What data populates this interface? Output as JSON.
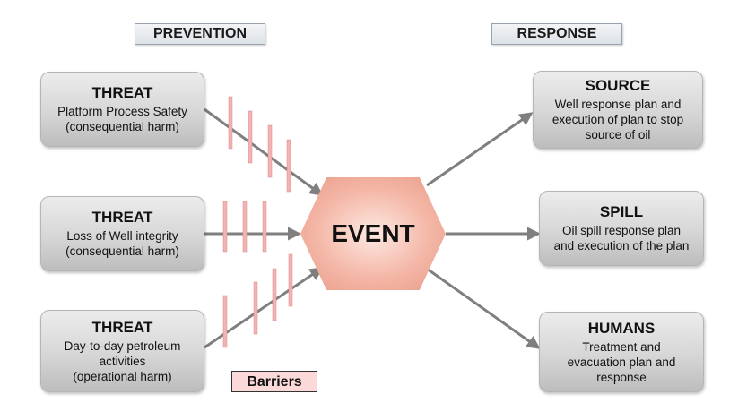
{
  "headers": {
    "prevention": "PREVENTION",
    "response": "RESPONSE"
  },
  "threats": [
    {
      "title": "THREAT",
      "lines": [
        "Platform Process Safety",
        "(consequential harm)"
      ]
    },
    {
      "title": "THREAT",
      "lines": [
        "Loss of Well integrity",
        "(consequential harm)"
      ]
    },
    {
      "title": "THREAT",
      "lines": [
        "Day-to-day petroleum",
        "activities",
        "(operational harm)"
      ]
    }
  ],
  "event": {
    "label": "EVENT"
  },
  "responses": [
    {
      "title": "SOURCE",
      "lines": [
        "Well response plan and",
        "execution of plan to stop",
        "source of oil"
      ]
    },
    {
      "title": "SPILL",
      "lines": [
        "Oil spill response plan",
        "and execution of the plan"
      ]
    },
    {
      "title": "HUMANS",
      "lines": [
        "Treatment and",
        "evacuation plan and",
        "response"
      ]
    }
  ],
  "barriers": {
    "label": "Barriers"
  },
  "colors": {
    "arrow": "#7f7f7f",
    "barrier_bar": "#f2b3b3",
    "barrier_bar_edge": "#d98a8a",
    "event_fill": "#f4b7a7"
  }
}
